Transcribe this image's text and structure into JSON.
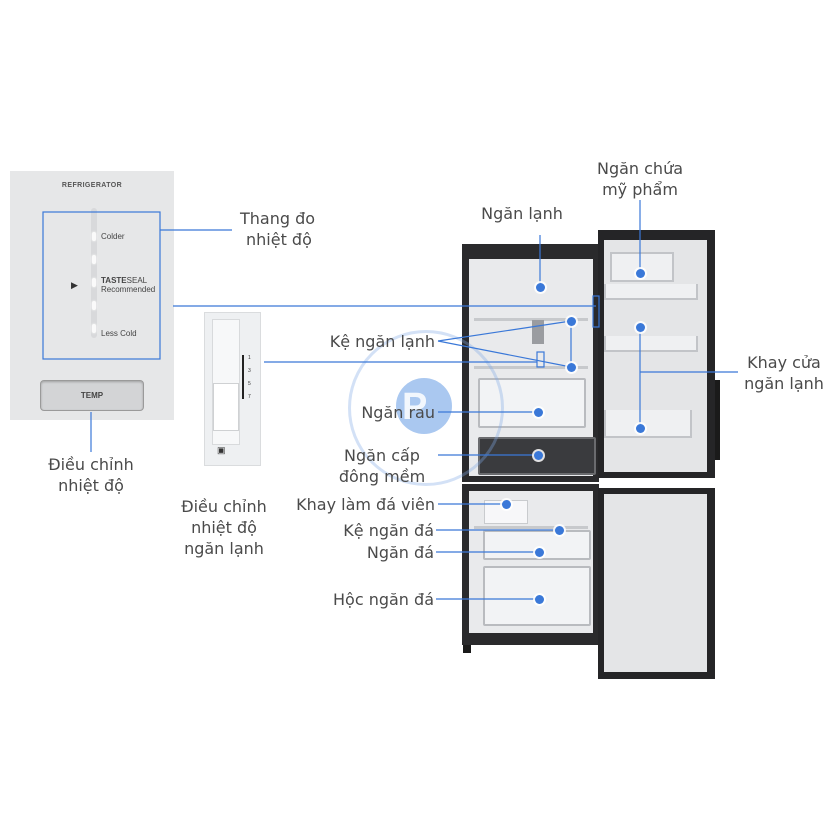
{
  "colors": {
    "line": "#3a78d8",
    "label_text": "#4a4a4a",
    "fridge_body": "#2a2a2c",
    "panel_bg": "#e6e7e8"
  },
  "panel": {
    "title": "REFRIGERATOR",
    "colder": "Colder",
    "tasteseal_bold": "TASTE",
    "tasteseal_rest": "SEAL",
    "recommended": "Recommended",
    "less_cold": "Less Cold",
    "temp_button": "TEMP",
    "indicator_icon": "triangle-right-icon"
  },
  "dial": {
    "numbers": [
      "1",
      "3",
      "5",
      "7"
    ],
    "icon": "snowflake-icon"
  },
  "labels": {
    "thang_do_1": "Thang đo",
    "thang_do_2": "nhiệt độ",
    "dieu_chinh_1": "Điều chỉnh",
    "dieu_chinh_2": "nhiệt độ",
    "dieu_chinh_nl_1": "Điều chỉnh",
    "dieu_chinh_nl_2": "nhiệt độ",
    "dieu_chinh_nl_3": "ngăn lạnh",
    "ngan_lanh": "Ngăn lạnh",
    "ngan_chua_1": "Ngăn chứa",
    "ngan_chua_2": "mỹ phẩm",
    "ke_ngan_lanh": "Kệ ngăn lạnh",
    "khay_cua_1": "Khay cửa",
    "khay_cua_2": "ngăn lạnh",
    "ngan_rau": "Ngăn rau",
    "ngan_cap_1": "Ngăn cấp",
    "ngan_cap_2": "đông mềm",
    "khay_da": "Khay làm đá viên",
    "ke_ngan_da": "Kệ ngăn đá",
    "ngan_da": "Ngăn đá",
    "hoc_ngan_da": "Hộc ngăn đá"
  }
}
